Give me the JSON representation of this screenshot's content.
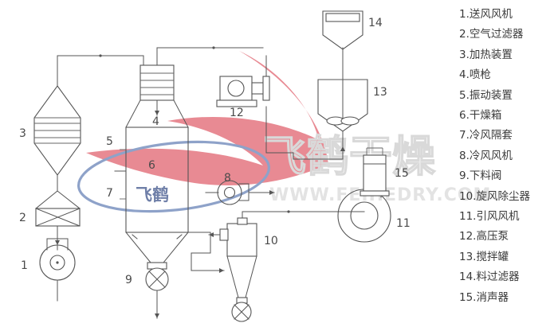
{
  "figure": {
    "title": "Spray Dryer Process Flow Diagram",
    "background_color": "#ffffff",
    "line_color": "#555555"
  },
  "legend": {
    "items": [
      {
        "num": "1.",
        "label": "1.送风风机"
      },
      {
        "num": "2.",
        "label": "2.空气过滤器"
      },
      {
        "num": "3.",
        "label": "3.加热装置"
      },
      {
        "num": "4.",
        "label": "4.喷枪"
      },
      {
        "num": "5.",
        "label": "5.振动装置"
      },
      {
        "num": "6.",
        "label": "6.干燥箱"
      },
      {
        "num": "7.",
        "label": "7.冷风隔套"
      },
      {
        "num": "8.",
        "label": "8.冷风风机"
      },
      {
        "num": "9.",
        "label": "9.下料阀"
      },
      {
        "num": "10.",
        "label": "10.旋风除尘器"
      },
      {
        "num": "11.",
        "label": "11.引风风机"
      },
      {
        "num": "12.",
        "label": "12.高压泵"
      },
      {
        "num": "13.",
        "label": "13.搅拌罐"
      },
      {
        "num": "14.",
        "label": "14.料过滤器"
      },
      {
        "num": "15.",
        "label": "15.消声器"
      }
    ]
  },
  "callouts": {
    "c1": "1",
    "c2": "2",
    "c3": "3",
    "c4": "4",
    "c5": "5",
    "c6": "6",
    "c7": "7",
    "c8": "8",
    "c9": "9",
    "c10": "10",
    "c11": "11",
    "c12": "12",
    "c13": "13",
    "c14": "14",
    "c15": "15"
  },
  "watermark": {
    "brand_text": "飞鹤干燥",
    "logo_text": "飞鹤",
    "url": "WWW.FEIHEDRY.COM",
    "swoosh_color": "#e88a93",
    "ellipse_color": "#8ea2c9",
    "brand_outline_color": "#d9d9d9",
    "url_color": "#e3e3e3"
  }
}
